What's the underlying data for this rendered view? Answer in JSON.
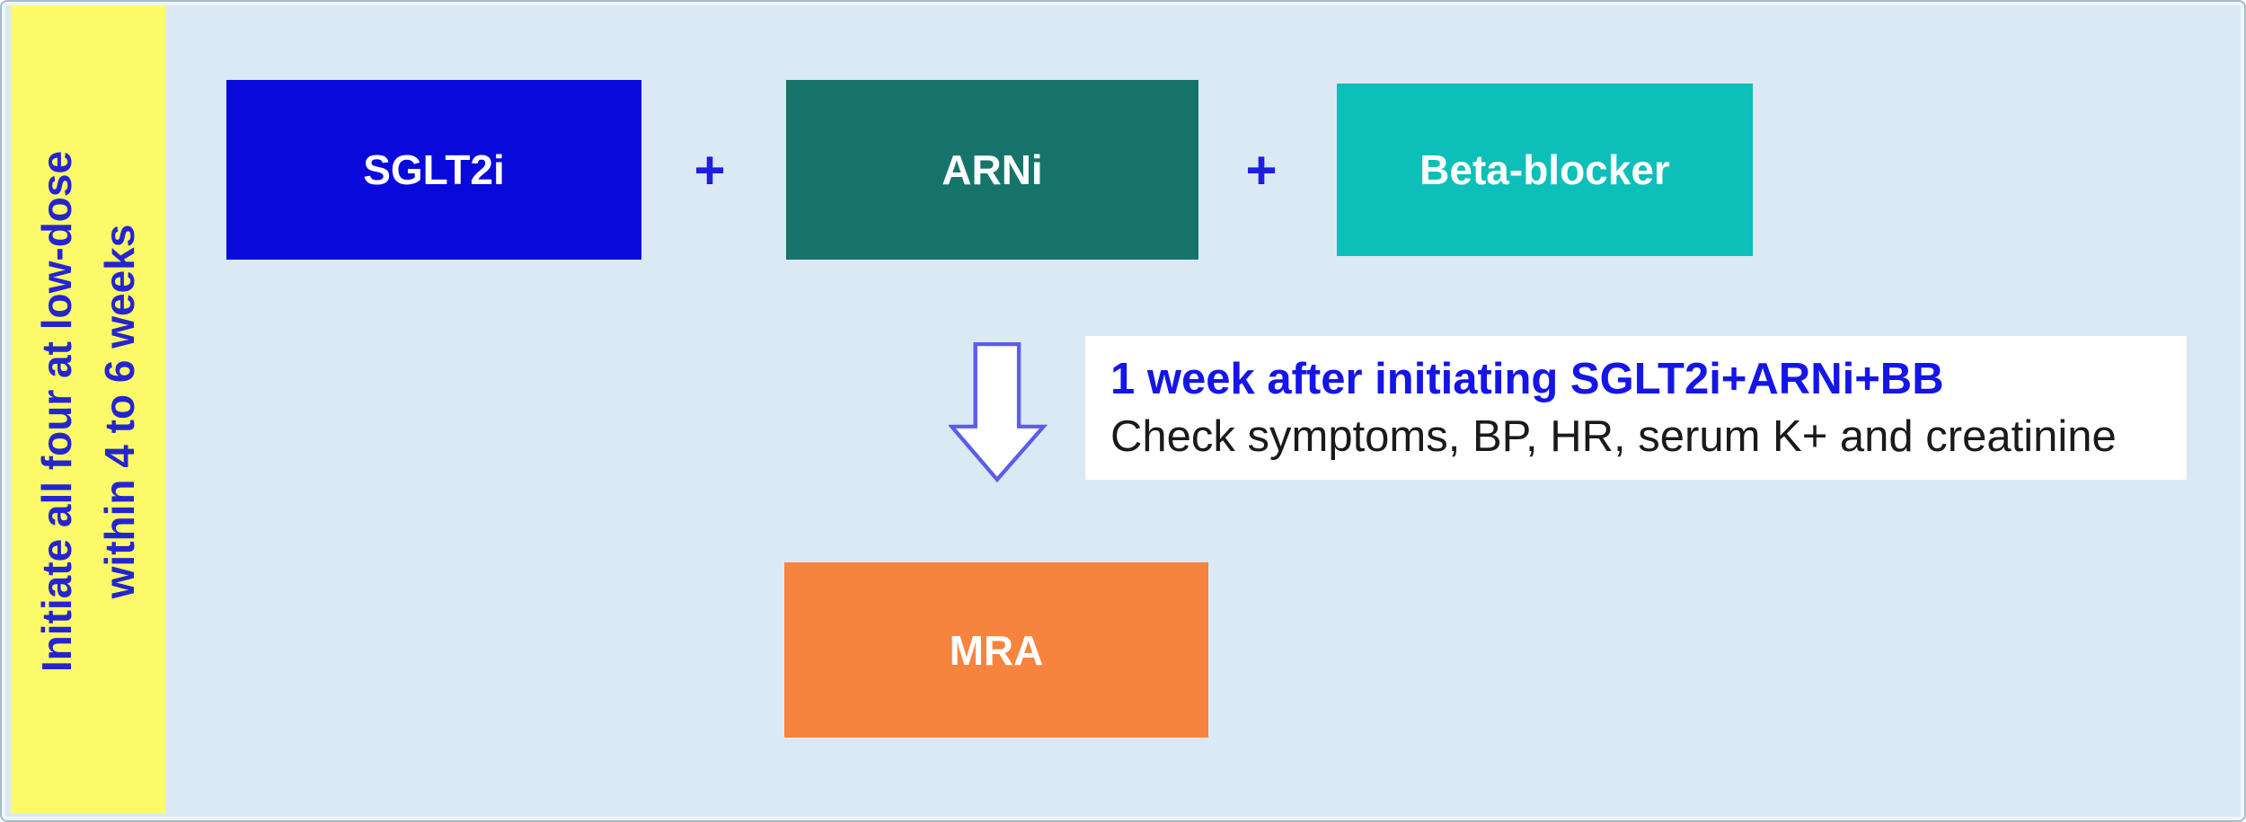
{
  "page": {
    "background_color": "#dbe9f4",
    "border_color": "#a8bcc9"
  },
  "sidebar": {
    "line1": "Initiate all four at low-dose",
    "line2": "within 4 to 6 weeks",
    "background_color": "#fcfa69",
    "text_color": "#2525cf"
  },
  "boxes": {
    "sglt2i": {
      "label": "SGLT2i",
      "color": "#0a09dc",
      "text_color": "#ffffff"
    },
    "arni": {
      "label": "ARNi",
      "color": "#16746b",
      "text_color": "#ffffff"
    },
    "beta_blocker": {
      "label": "Beta-blocker",
      "color": "#0cbfb8",
      "text_color": "#ffffff"
    },
    "mra": {
      "label": "MRA",
      "color": "#f6833e",
      "text_color": "#ffffff"
    }
  },
  "plus_signs": {
    "first": "+",
    "second": "+",
    "color": "#1f1fe0"
  },
  "arrow": {
    "direction": "down",
    "fill_color": "#ffffff",
    "outline_color": "#5b5de9"
  },
  "note": {
    "line1": "1 week after initiating SGLT2i+ARNi+BB",
    "line2": "Check symptoms, BP, HR, serum K+ and creatinine",
    "line1_color": "#1515e8",
    "line2_color": "#1a1a1a",
    "background_color": "#ffffff"
  }
}
